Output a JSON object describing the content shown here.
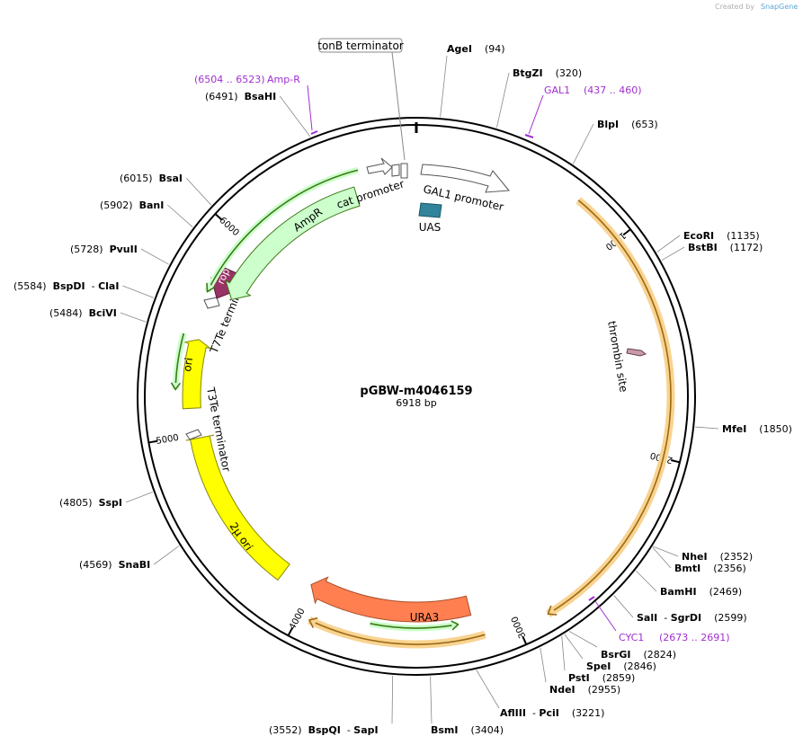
{
  "credit": {
    "text": "Created by",
    "brand": "SnapGene"
  },
  "plasmid": {
    "name": "pGBW-m4046159",
    "size_label": "6918 bp",
    "length": 6918
  },
  "ticks": [
    {
      "pos": 1000,
      "label": "1000"
    },
    {
      "pos": 2000,
      "label": "2000"
    },
    {
      "pos": 3000,
      "label": "3000"
    },
    {
      "pos": 4000,
      "label": "4000"
    },
    {
      "pos": 5000,
      "label": "5000"
    },
    {
      "pos": 6000,
      "label": "6000"
    }
  ],
  "sites": [
    {
      "name": "AgeI",
      "pos": "(94)",
      "side": "right"
    },
    {
      "name": "BtgZI",
      "pos": "(320)",
      "side": "right"
    },
    {
      "name": "BlpI",
      "pos": "(653)",
      "side": "right"
    },
    {
      "name": "EcoRI",
      "pos": "(1135)",
      "side": "right"
    },
    {
      "name": "BstBI",
      "pos": "(1172)",
      "side": "right"
    },
    {
      "name": "MfeI",
      "pos": "(1850)",
      "side": "right"
    },
    {
      "name": "NheI",
      "pos": "(2352)",
      "side": "right"
    },
    {
      "name": "BmtI",
      "pos": "(2356)",
      "side": "right"
    },
    {
      "name": "BamHI",
      "pos": "(2469)",
      "side": "right"
    },
    {
      "name": "SalI",
      "name2": "SgrDI",
      "pos": "(2599)",
      "side": "right"
    },
    {
      "name": "BsrGI",
      "pos": "(2824)",
      "side": "right"
    },
    {
      "name": "SpeI",
      "pos": "(2846)",
      "side": "right"
    },
    {
      "name": "PstI",
      "pos": "(2859)",
      "side": "right"
    },
    {
      "name": "NdeI",
      "pos": "(2955)",
      "side": "right"
    },
    {
      "name": "AflIII",
      "name2": "PciI",
      "pos": "(3221)",
      "side": "right"
    },
    {
      "name": "BsmI",
      "pos": "(3404)",
      "side": "right"
    },
    {
      "name": "BspQI",
      "name2": "SapI",
      "pos": "(3552)",
      "side": "left"
    },
    {
      "name": "SnaBI",
      "pos": "(4569)",
      "side": "left"
    },
    {
      "name": "SspI",
      "pos": "(4805)",
      "side": "left"
    },
    {
      "name": "BciVI",
      "pos": "(5484)",
      "side": "left"
    },
    {
      "name": "BspDI",
      "name2": "ClaI",
      "pos": "(5584)",
      "side": "left"
    },
    {
      "name": "PvuII",
      "pos": "(5728)",
      "side": "left"
    },
    {
      "name": "BanI",
      "pos": "(5902)",
      "side": "left"
    },
    {
      "name": "BsaI",
      "pos": "(6015)",
      "side": "left"
    },
    {
      "name": "BsaHI",
      "pos": "(6491)",
      "side": "left"
    }
  ],
  "primers": [
    {
      "name": "GAL1",
      "range": "(437 .. 460)"
    },
    {
      "name": "CYC1",
      "range": "(2673 .. 2691)"
    },
    {
      "name": "Amp-R",
      "range": "(6504 .. 6523)"
    }
  ],
  "features": {
    "tonB": "tonB terminator",
    "gal1": "GAL1 promoter",
    "uas": "UAS",
    "thrombin": "thrombin site",
    "ura3": "URA3",
    "two_micron": "2μ ori",
    "t3te": "T3Te terminator",
    "ori": "ori",
    "t7te": "T7Te terminator",
    "rop": "rop",
    "ampr": "AmpR",
    "cat": "cat promoter"
  },
  "colors": {
    "orf_orange": "#f5a63a",
    "ura3": "#ff7f50",
    "ori": "#ffff00",
    "ampr": "#ccffcc",
    "rop": "#993366",
    "uas": "#31849b",
    "primer": "#a12ed1",
    "green_arrow": "#5fa92a"
  }
}
